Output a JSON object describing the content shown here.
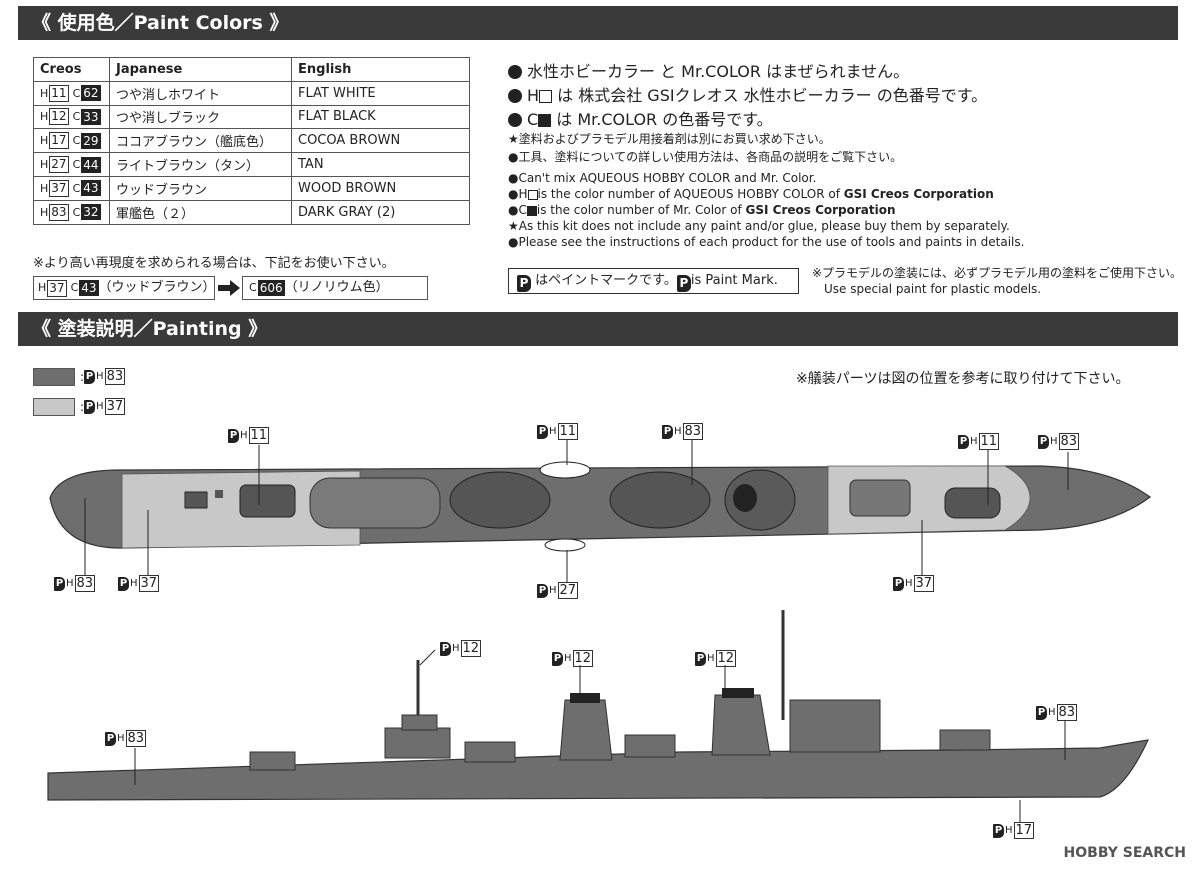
{
  "sections": {
    "paint_colors": "《 使用色／Paint Colors 》",
    "painting": "《 塗装説明／Painting 》"
  },
  "table": {
    "headers": [
      "Creos",
      "Japanese",
      "English"
    ],
    "rows": [
      {
        "h": "11",
        "c": "62",
        "jp": "つや消しホワイト",
        "en": "FLAT WHITE"
      },
      {
        "h": "12",
        "c": "33",
        "jp": "つや消しブラック",
        "en": "FLAT BLACK"
      },
      {
        "h": "17",
        "c": "29",
        "jp": "ココアブラウン（艦底色）",
        "en": "COCOA BROWN"
      },
      {
        "h": "27",
        "c": "44",
        "jp": "ライトブラウン（タン）",
        "en": "TAN"
      },
      {
        "h": "37",
        "c": "43",
        "jp": "ウッドブラウン",
        "en": "WOOD BROWN"
      },
      {
        "h": "83",
        "c": "32",
        "jp": "軍艦色（２）",
        "en": "DARK GRAY (2)"
      }
    ]
  },
  "upgrade": {
    "note": "※より高い再現度を求められる場合は、下記をお使い下さい。",
    "from_h": "37",
    "from_c": "43",
    "from_label": "（ウッドブラウン）",
    "to_c": "606",
    "to_label": "（リノリウム色）"
  },
  "notes": {
    "jp1": "水性ホビーカラー と Mr.COLOR はまぜられません。",
    "jp2_pre": "H",
    "jp2_post": "は 株式会社 GSIクレオス 水性ホビーカラー の色番号です。",
    "jp3_pre": "C",
    "jp3_post": "は Mr.COLOR の色番号です。",
    "jp4": "★塗料およびプラモデル用接着剤は別にお買い求め下さい。",
    "jp5": "●工具、塗料についての詳しい使用方法は、各商品の説明をご覧下さい。",
    "en1": "●Can't mix AQUEOUS HOBBY COLOR and Mr. Color.",
    "en2_pre": "●H",
    "en2_mid": "is the color number of AQUEOUS HOBBY COLOR of ",
    "en2_bold": "GSI Creos Corporation",
    "en3_pre": "●C",
    "en3_mid": "is the color number of Mr. Color of ",
    "en3_bold": "GSI Creos Corporation",
    "en4": "★As this kit does not include any paint and/or glue, please buy them by separately.",
    "en5": "●Please see the instructions of each product for the use of tools and paints in details."
  },
  "paint_mark": {
    "jp": "はペイントマークです。",
    "en": "is Paint Mark.",
    "p": "P"
  },
  "plastic_note": {
    "jp": "※プラモデルの塗装には、必ずプラモデル用の塗料をご使用下さい。",
    "en": "Use special paint for plastic models."
  },
  "painting": {
    "legend": [
      {
        "code": "83",
        "color": "#6e6e6e"
      },
      {
        "code": "37",
        "color": "#c8c8c8"
      }
    ],
    "fitting_note": "※艤装パーツは図の位置を参考に取り付けて下さい。",
    "callouts_top": [
      "11",
      "11",
      "83",
      "11",
      "83",
      "83",
      "37",
      "27",
      "37"
    ],
    "callouts_side": [
      "12",
      "12",
      "12",
      "83",
      "83",
      "17"
    ]
  },
  "footer": "HOBBY SEARCH"
}
